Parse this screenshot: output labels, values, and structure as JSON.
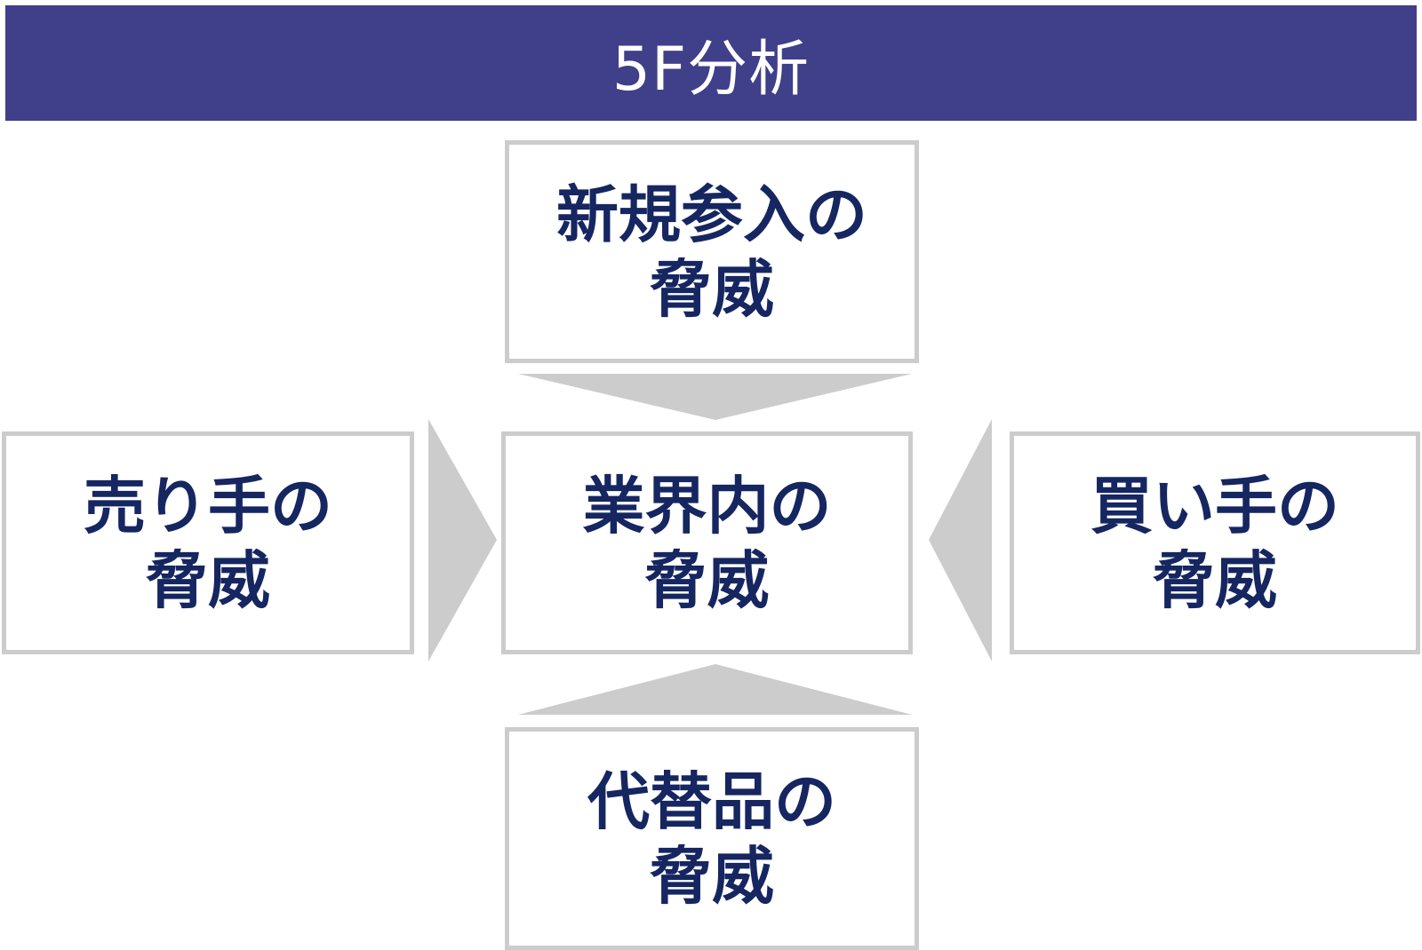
{
  "header": {
    "title": "5F分析",
    "background_color": "#3f3f8a",
    "text_color": "#ffffff"
  },
  "forces": {
    "new_entrants": "新規参入の\n脅威",
    "suppliers": "売り手の\n脅威",
    "industry_rivalry": "業界内の\n脅威",
    "buyers": "買い手の\n脅威",
    "substitutes": "代替品の\n脅威"
  },
  "colors": {
    "label_text": "#152661",
    "box_border": "#cccccc",
    "arrow_fill": "#cccccc"
  }
}
